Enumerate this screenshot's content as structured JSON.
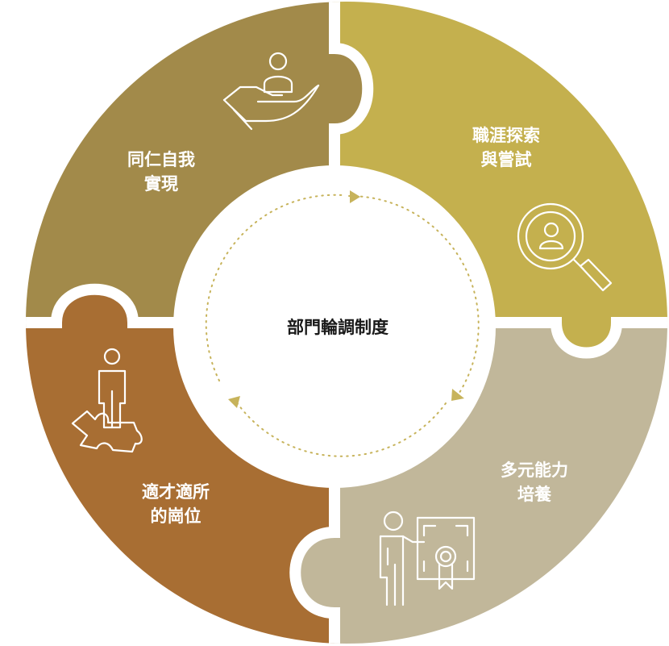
{
  "center": {
    "label": "部門輪調制度"
  },
  "segments": {
    "self_realization": {
      "line1": "同仁自我",
      "line2": "實現",
      "icon": "hand-holding-person-icon",
      "color": "#A28A4A"
    },
    "career_exploration": {
      "line1": "職涯探索",
      "line2": "與嘗試",
      "icon": "magnifier-person-icon",
      "color": "#C4B04E"
    },
    "diverse_ability": {
      "line1": "多元能力",
      "line2": "培養",
      "icon": "presenter-certificate-icon",
      "color": "#C1B79A"
    },
    "right_position": {
      "line1": "適才適所",
      "line2": "的崗位",
      "icon": "person-on-puzzle-icon",
      "color": "#A86E33"
    }
  },
  "colors": {
    "cycle_dots": "#C7B35B",
    "arrow": "#C7B35B",
    "ring_gap": "#ffffff"
  }
}
